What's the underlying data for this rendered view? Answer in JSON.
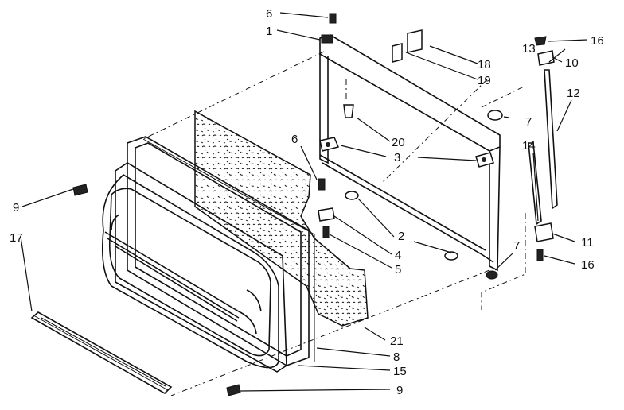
{
  "callouts": [
    {
      "id": "c6a",
      "label": "6"
    },
    {
      "id": "c1",
      "label": "1"
    },
    {
      "id": "c18",
      "label": "18"
    },
    {
      "id": "c19",
      "label": "19"
    },
    {
      "id": "c20",
      "label": "20"
    },
    {
      "id": "c3",
      "label": "3"
    },
    {
      "id": "c6b",
      "label": "6"
    },
    {
      "id": "c9a",
      "label": "9"
    },
    {
      "id": "c17",
      "label": "17"
    },
    {
      "id": "c2",
      "label": "2"
    },
    {
      "id": "c4",
      "label": "4"
    },
    {
      "id": "c5",
      "label": "5"
    },
    {
      "id": "c7a",
      "label": "7"
    },
    {
      "id": "c7b",
      "label": "7"
    },
    {
      "id": "c13",
      "label": "13"
    },
    {
      "id": "c16a",
      "label": "16"
    },
    {
      "id": "c10",
      "label": "10"
    },
    {
      "id": "c12",
      "label": "12"
    },
    {
      "id": "c14",
      "label": "14"
    },
    {
      "id": "c11",
      "label": "11"
    },
    {
      "id": "c16b",
      "label": "16"
    },
    {
      "id": "c21",
      "label": "21"
    },
    {
      "id": "c8",
      "label": "8"
    },
    {
      "id": "c15",
      "label": "15"
    },
    {
      "id": "c9b",
      "label": "9"
    }
  ]
}
